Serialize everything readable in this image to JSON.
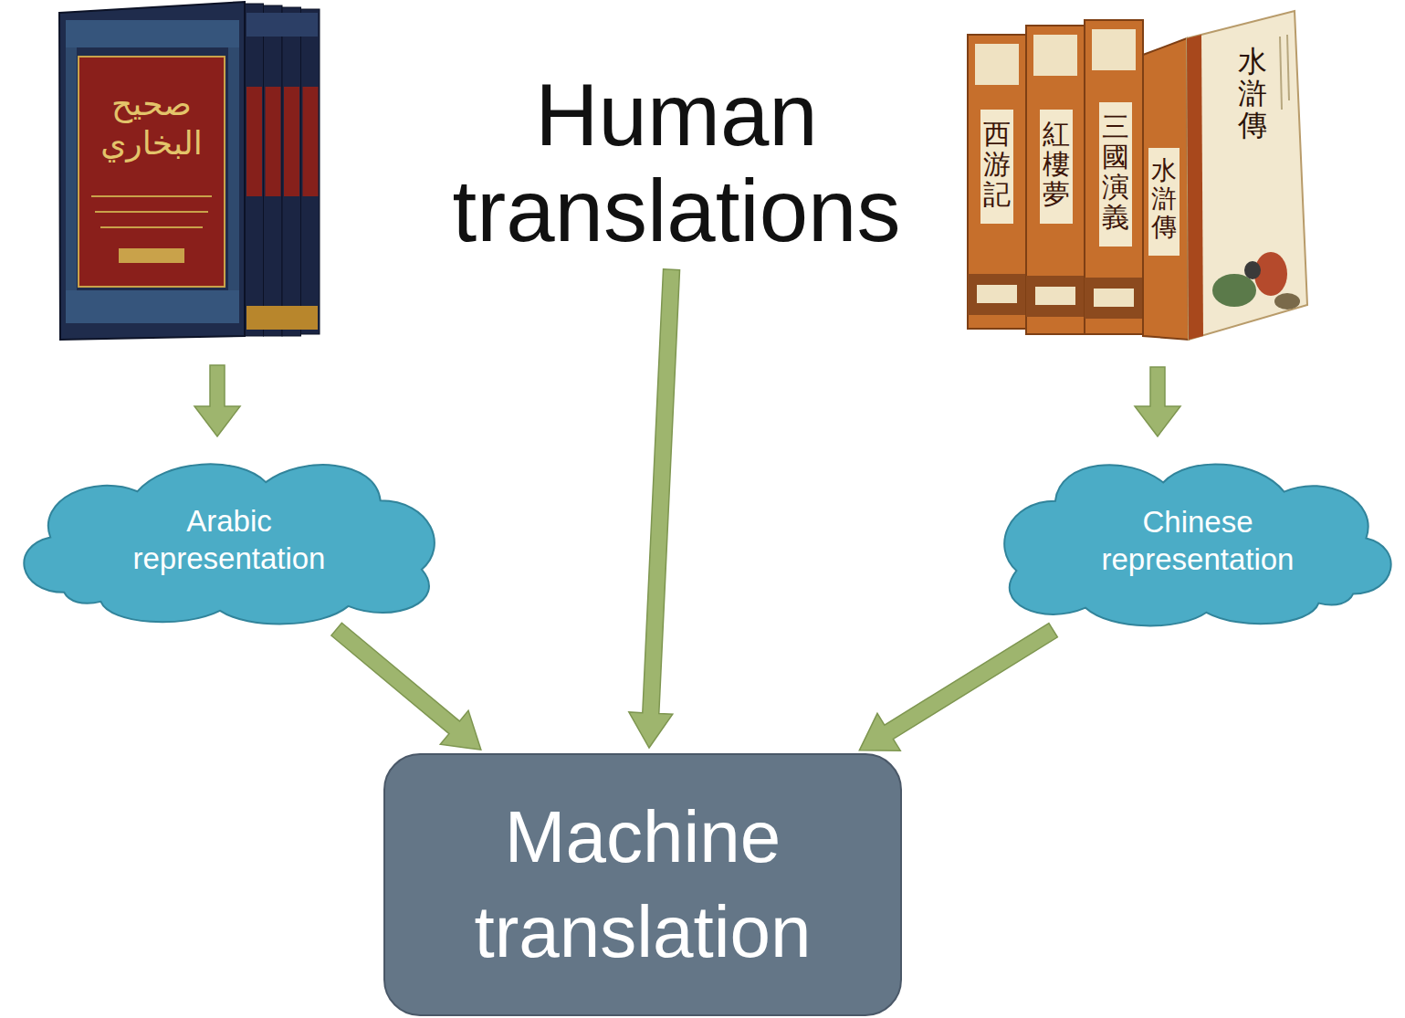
{
  "diagram": {
    "nodes": [
      {
        "text": [
          "Human translations"
        ]
      },
      {
        "text": [
          "Arabic representation"
        ]
      },
      {
        "text": [
          "Chinese representation"
        ]
      },
      {
        "text": [
          "Machine translation"
        ]
      }
    ],
    "edges": [
      {
        "from": 1,
        "to": 3,
        "arrow": "to"
      },
      {
        "from": 0,
        "to": 3,
        "arrow": "to"
      },
      {
        "from": 2,
        "to": 3,
        "arrow": "to"
      }
    ],
    "labels": [
      "صحيح البخاري",
      "西游記",
      "紅樓夢",
      "三國演義",
      "水滸傳",
      "水滸傳"
    ]
  }
}
